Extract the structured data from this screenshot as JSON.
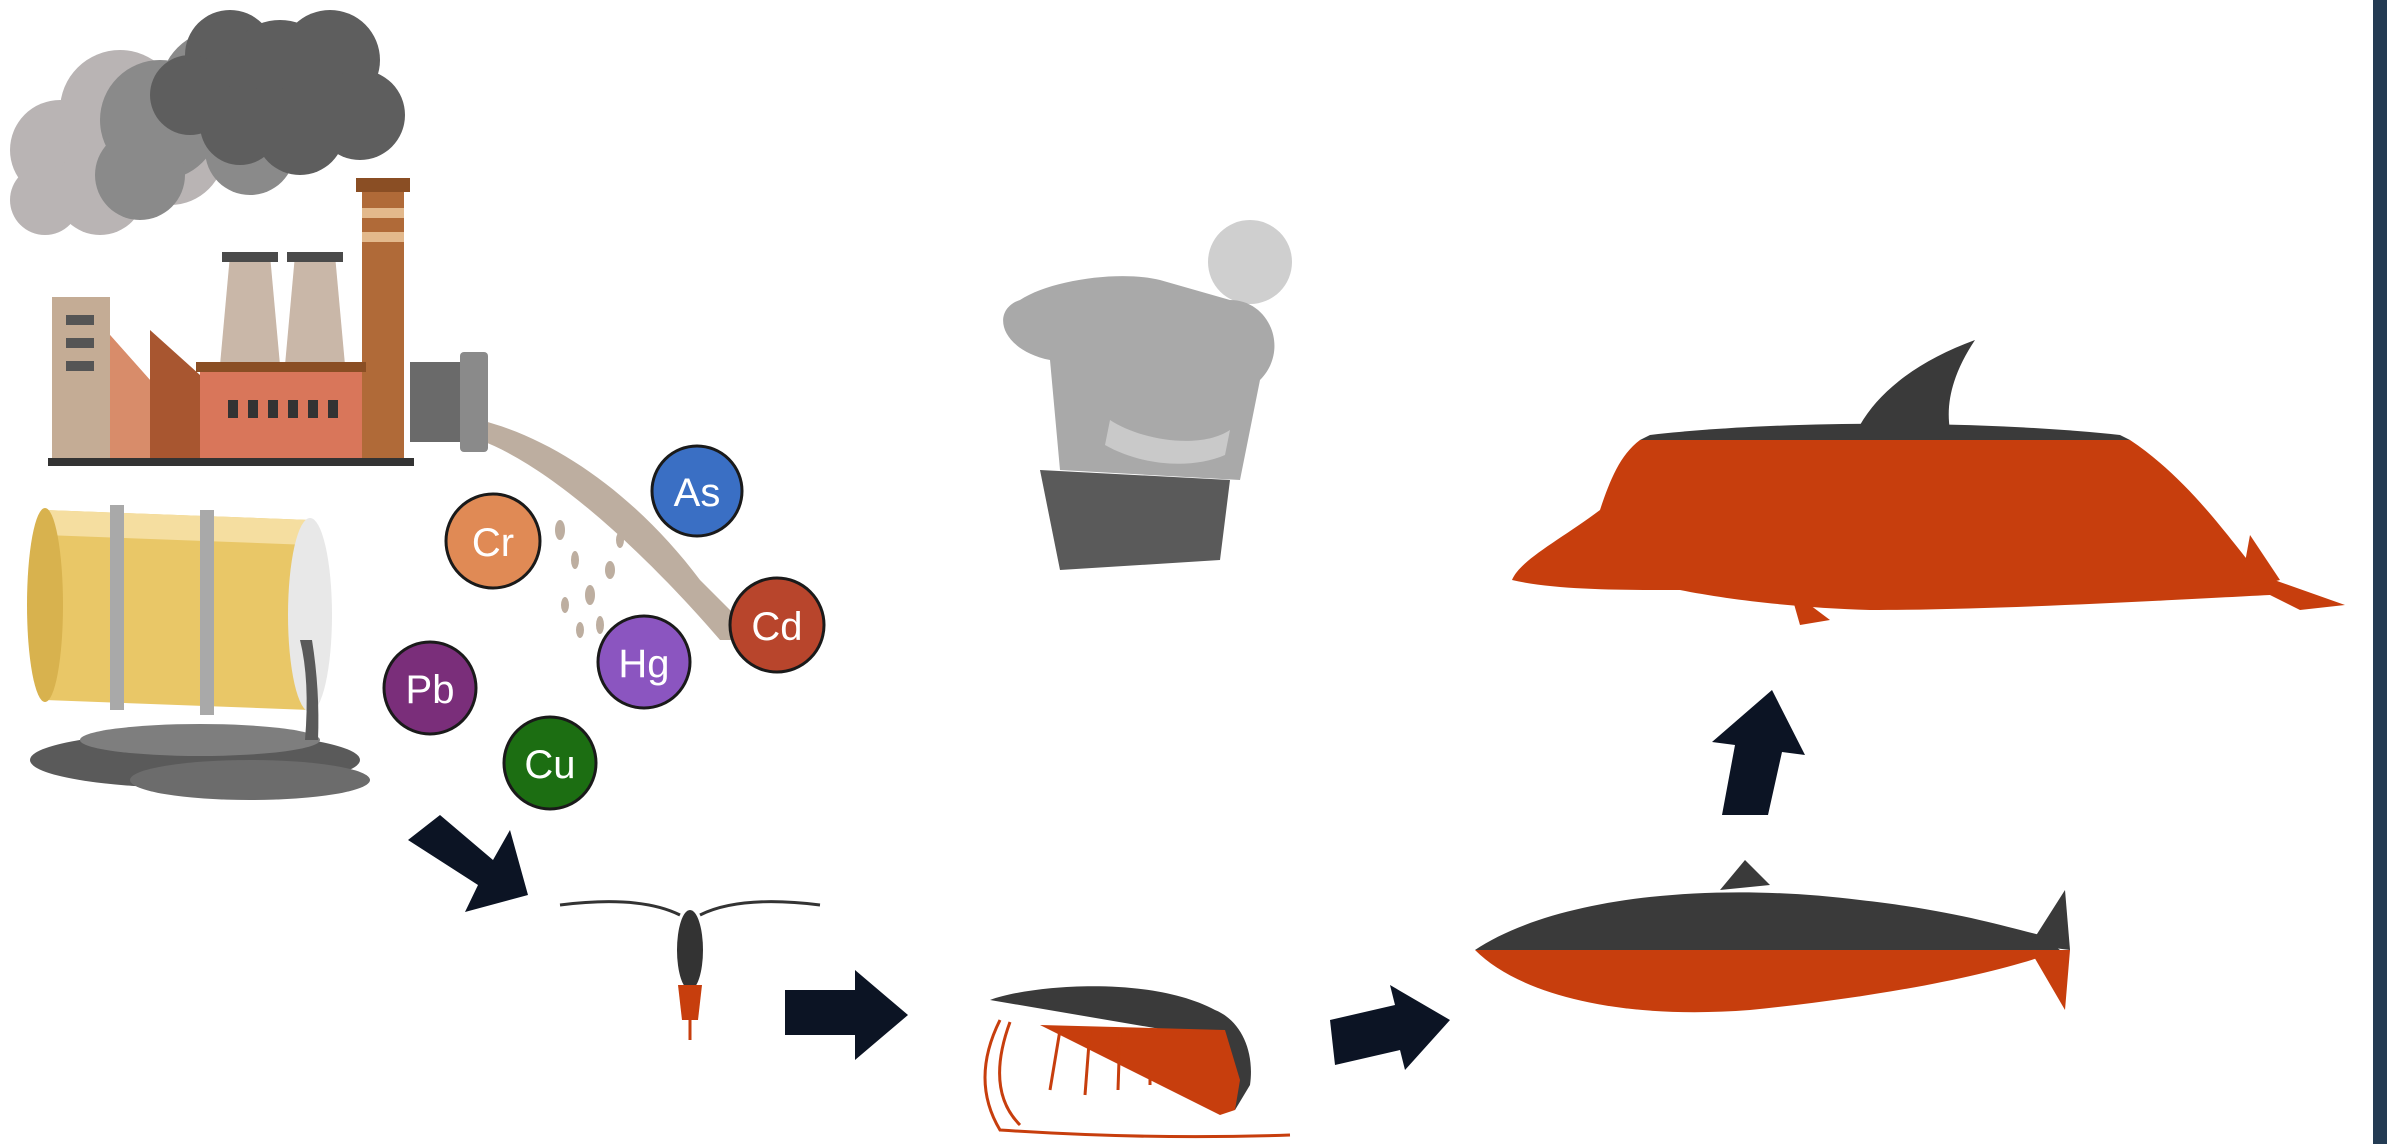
{
  "metals": [
    {
      "symbol": "As",
      "color": "#3a6fc4"
    },
    {
      "symbol": "Cr",
      "color": "#e08a55"
    },
    {
      "symbol": "Cd",
      "color": "#b8452c"
    },
    {
      "symbol": "Hg",
      "color": "#8b55c0"
    },
    {
      "symbol": "Pb",
      "color": "#7a2e7a"
    },
    {
      "symbol": "Cu",
      "color": "#1c6e12"
    }
  ],
  "colors": {
    "contaminated": "#c73e0d",
    "organism_dark": "#3a3a3a",
    "arrow": "#0c1424",
    "border": "#243b53",
    "smoke": "#6e6e6e",
    "barrel": "#e9c767",
    "spill": "#5a5a5a"
  },
  "icons": [
    "factory-icon",
    "smoke-icon",
    "barrel-icon",
    "effluent-pipe-icon",
    "human-stomach-ache-icon",
    "zooplankton-icon",
    "shrimp-icon",
    "fish-icon",
    "dolphin-icon",
    "arrow-icon"
  ]
}
